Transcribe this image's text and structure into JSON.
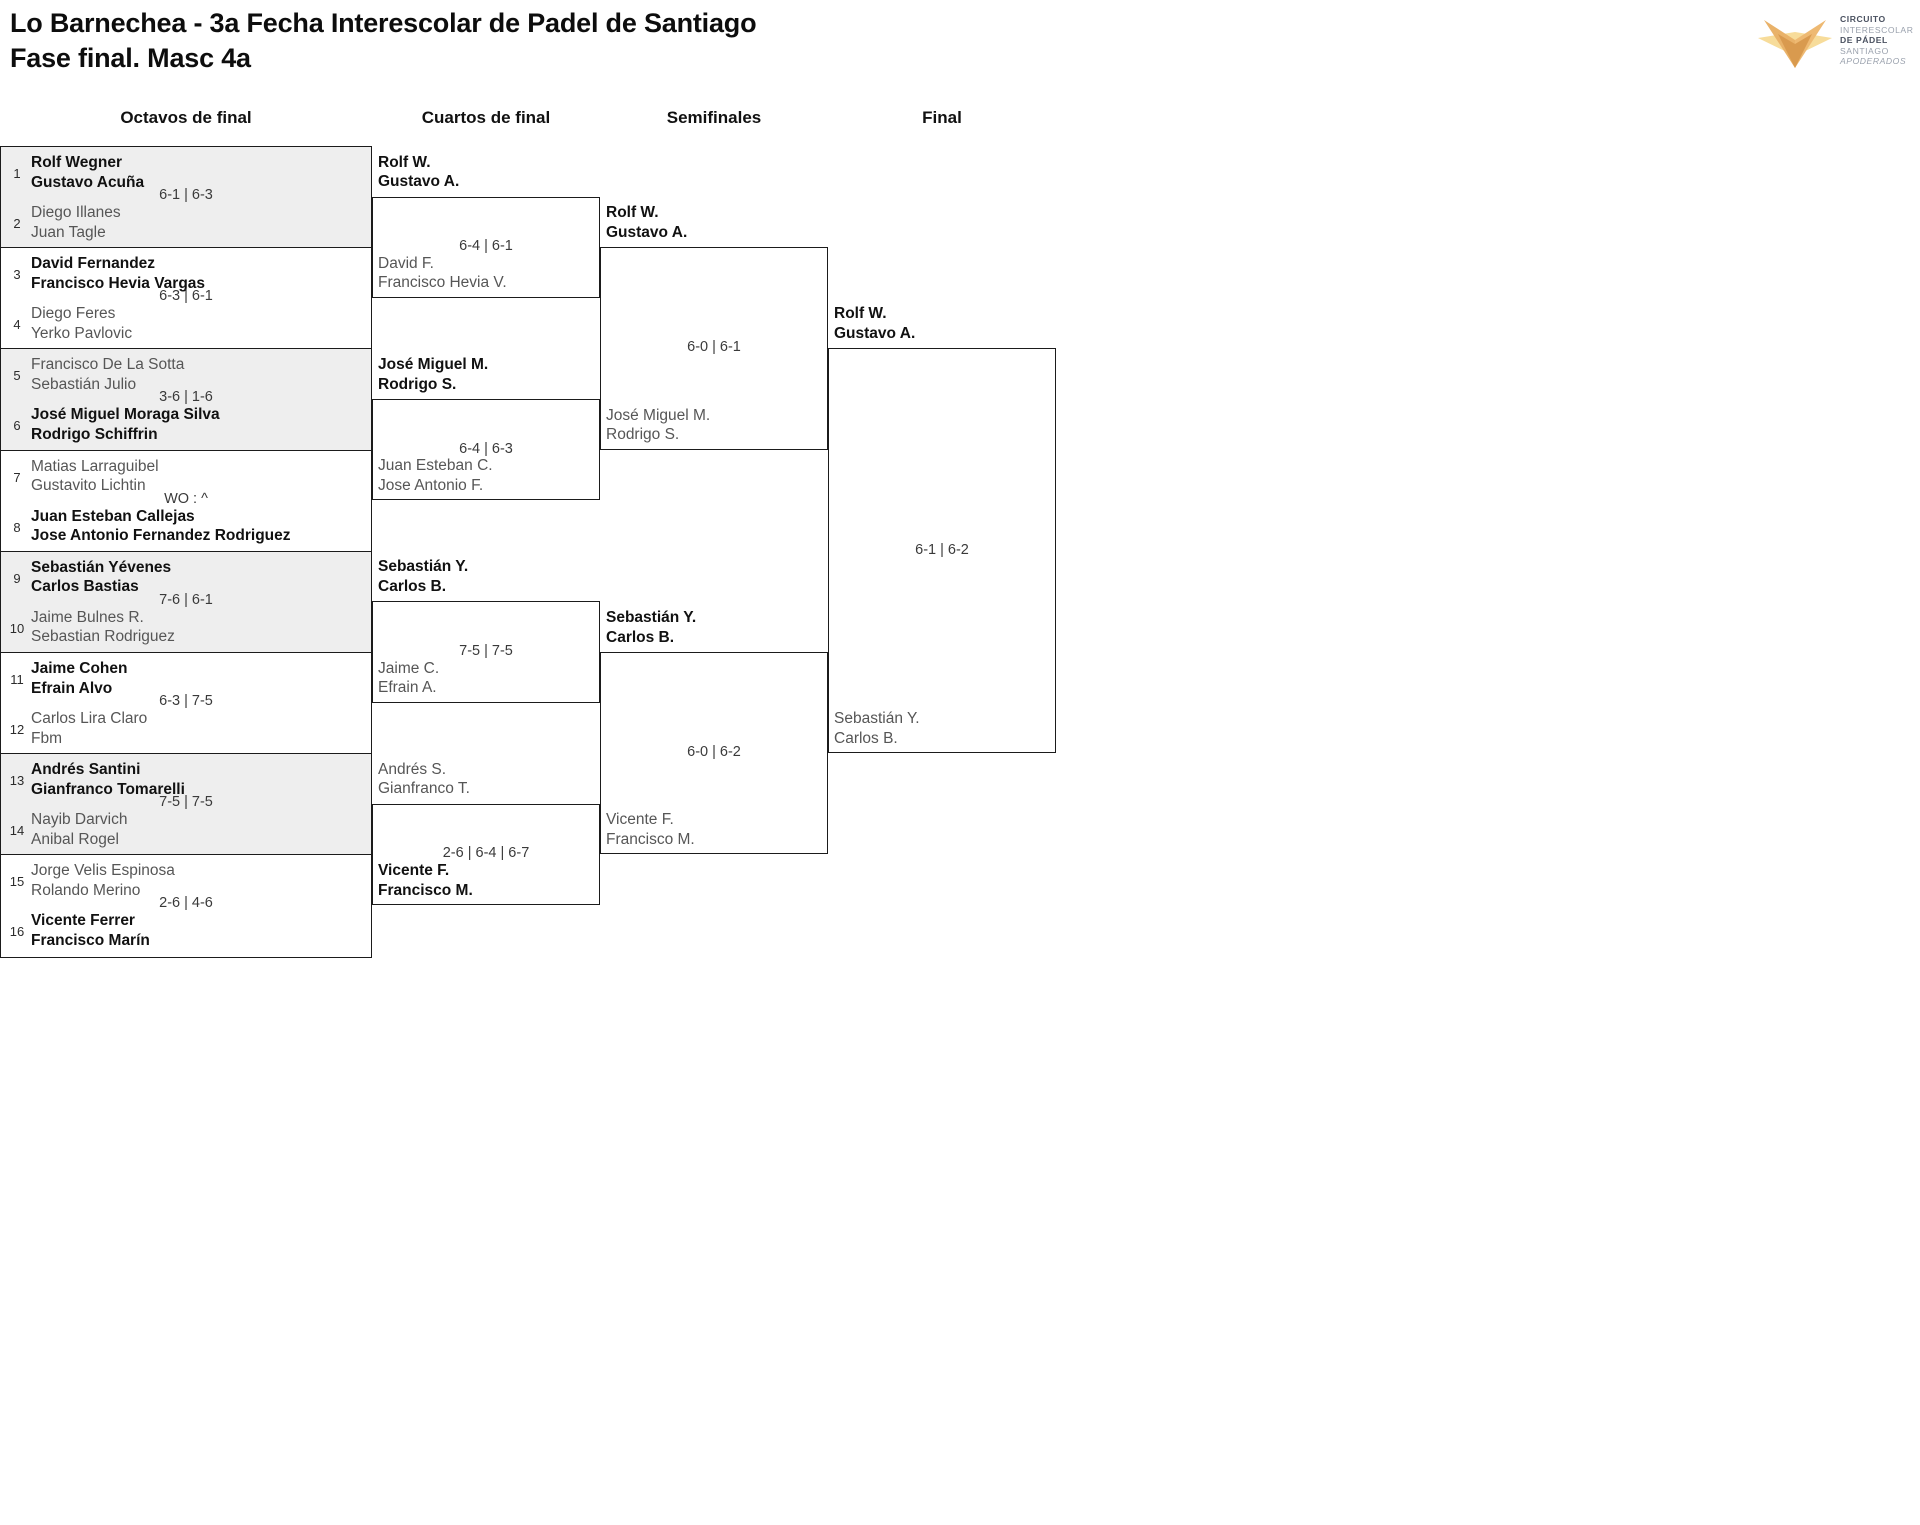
{
  "header": {
    "title": "Lo Barnechea - 3a Fecha Interescolar de Padel de Santiago\nFase final. Masc 4a",
    "logo": {
      "name": "circuito-interescolar-padel-logo",
      "line1": "CIRCUITO",
      "line2": "INTERESCOLAR",
      "line3": "DE PÁDEL",
      "line4": "SANTIAGO",
      "line5": "APODERADOS",
      "colors": {
        "pale": "#f7dc9a",
        "mid": "#e9b269",
        "dark": "#d99a4e"
      }
    }
  },
  "rounds": [
    {
      "label": "Octavos de final"
    },
    {
      "label": "Cuartos de final"
    },
    {
      "label": "Semifinales"
    },
    {
      "label": "Final"
    }
  ],
  "round1": {
    "matches": [
      {
        "shaded": true,
        "score": "6-1 | 6-3",
        "top": {
          "seed": "1",
          "p1": "Rolf Wegner",
          "p2": "Gustavo Acuña",
          "winner": true
        },
        "bot": {
          "seed": "2",
          "p1": "Diego Illanes",
          "p2": "Juan Tagle",
          "winner": false
        }
      },
      {
        "shaded": false,
        "score": "6-3 | 6-1",
        "top": {
          "seed": "3",
          "p1": "David Fernandez",
          "p2": "Francisco Hevia Vargas",
          "winner": true
        },
        "bot": {
          "seed": "4",
          "p1": "Diego Feres",
          "p2": "Yerko Pavlovic",
          "winner": false
        }
      },
      {
        "shaded": true,
        "score": "3-6 | 1-6",
        "top": {
          "seed": "5",
          "p1": "Francisco De La Sotta",
          "p2": "Sebastián Julio",
          "winner": false
        },
        "bot": {
          "seed": "6",
          "p1": "José Miguel Moraga Silva",
          "p2": "Rodrigo Schiffrin",
          "winner": true
        }
      },
      {
        "shaded": false,
        "score": "WO : ^",
        "top": {
          "seed": "7",
          "p1": "Matias Larraguibel",
          "p2": "Gustavito Lichtin",
          "winner": false
        },
        "bot": {
          "seed": "8",
          "p1": "Juan Esteban Callejas",
          "p2": "Jose Antonio Fernandez Rodriguez",
          "winner": true
        }
      },
      {
        "shaded": true,
        "score": "7-6 | 6-1",
        "top": {
          "seed": "9",
          "p1": "Sebastián Yévenes",
          "p2": "Carlos Bastias",
          "winner": true
        },
        "bot": {
          "seed": "10",
          "p1": "Jaime Bulnes R.",
          "p2": "Sebastian Rodriguez",
          "winner": false
        }
      },
      {
        "shaded": false,
        "score": "6-3 | 7-5",
        "top": {
          "seed": "11",
          "p1": "Jaime Cohen",
          "p2": "Efrain Alvo",
          "winner": true
        },
        "bot": {
          "seed": "12",
          "p1": "Carlos Lira Claro",
          "p2": "Fbm",
          "winner": false
        }
      },
      {
        "shaded": true,
        "score": "7-5 | 7-5",
        "top": {
          "seed": "13",
          "p1": "Andrés Santini",
          "p2": "Gianfranco Tomarelli",
          "winner": true
        },
        "bot": {
          "seed": "14",
          "p1": "Nayib Darvich",
          "p2": "Anibal Rogel",
          "winner": false
        }
      },
      {
        "shaded": false,
        "score": "2-6 | 4-6",
        "top": {
          "seed": "15",
          "p1": "Jorge Velis Espinosa",
          "p2": "Rolando Merino",
          "winner": false
        },
        "bot": {
          "seed": "16",
          "p1": "Vicente Ferrer",
          "p2": "Francisco Marín",
          "winner": true
        }
      }
    ]
  },
  "round2": {
    "matches": [
      {
        "score": "6-4 | 6-1",
        "top": {
          "p1": "Rolf W.",
          "p2": "Gustavo A.",
          "winner": true
        },
        "bot": {
          "p1": "David F.",
          "p2": "Francisco Hevia V.",
          "winner": false
        }
      },
      {
        "score": "6-4 | 6-3",
        "top": {
          "p1": "José Miguel M.",
          "p2": "Rodrigo S.",
          "winner": true
        },
        "bot": {
          "p1": "Juan Esteban C.",
          "p2": "Jose Antonio F.",
          "winner": false
        }
      },
      {
        "score": "7-5 | 7-5",
        "top": {
          "p1": "Sebastián Y.",
          "p2": "Carlos B.",
          "winner": true
        },
        "bot": {
          "p1": "Jaime C.",
          "p2": "Efrain A.",
          "winner": false
        }
      },
      {
        "score": "2-6 | 6-4 | 6-7",
        "top": {
          "p1": "Andrés S.",
          "p2": "Gianfranco T.",
          "winner": false
        },
        "bot": {
          "p1": "Vicente F.",
          "p2": "Francisco M.",
          "winner": true
        }
      }
    ]
  },
  "round3": {
    "matches": [
      {
        "score": "6-0 | 6-1",
        "top": {
          "p1": "Rolf W.",
          "p2": "Gustavo A.",
          "winner": true
        },
        "bot": {
          "p1": "José Miguel M.",
          "p2": "Rodrigo S.",
          "winner": false
        }
      },
      {
        "score": "6-0 | 6-2",
        "top": {
          "p1": "Sebastián Y.",
          "p2": "Carlos B.",
          "winner": true
        },
        "bot": {
          "p1": "Vicente F.",
          "p2": "Francisco M.",
          "winner": false
        }
      }
    ]
  },
  "round4": {
    "matches": [
      {
        "score": "6-1 | 6-2",
        "top": {
          "p1": "Rolf W.",
          "p2": "Gustavo A.",
          "winner": true
        },
        "bot": {
          "p1": "Sebastián Y.",
          "p2": "Carlos B.",
          "winner": false
        }
      }
    ]
  }
}
